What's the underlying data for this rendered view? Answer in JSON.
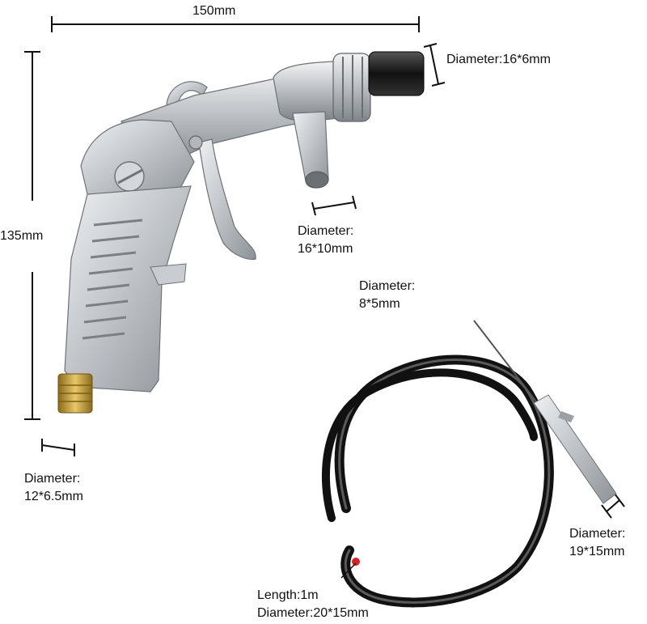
{
  "dimensions": {
    "overall_width": "150mm",
    "overall_height": "135mm"
  },
  "labels": {
    "nozzle": {
      "line1": "Diameter:16*6mm"
    },
    "sand_inlet": {
      "line1": "Diameter:",
      "line2": "16*10mm"
    },
    "air_inlet": {
      "line1": "Diameter:",
      "line2": "12*6.5mm"
    },
    "hose_inner": {
      "line1": "Diameter:",
      "line2": "8*5mm"
    },
    "pickup_tube": {
      "line1": "Diameter:",
      "line2": "19*15mm"
    },
    "hose": {
      "line1": "Length:1m",
      "line2": "Diameter:20*15mm"
    }
  },
  "colors": {
    "background": "#ffffff",
    "dimension_lines": "#111111",
    "gun_body": "#c8ccd0",
    "hose": "#111111",
    "marker": "#e02020",
    "brass_fitting": "#c9a23a"
  }
}
